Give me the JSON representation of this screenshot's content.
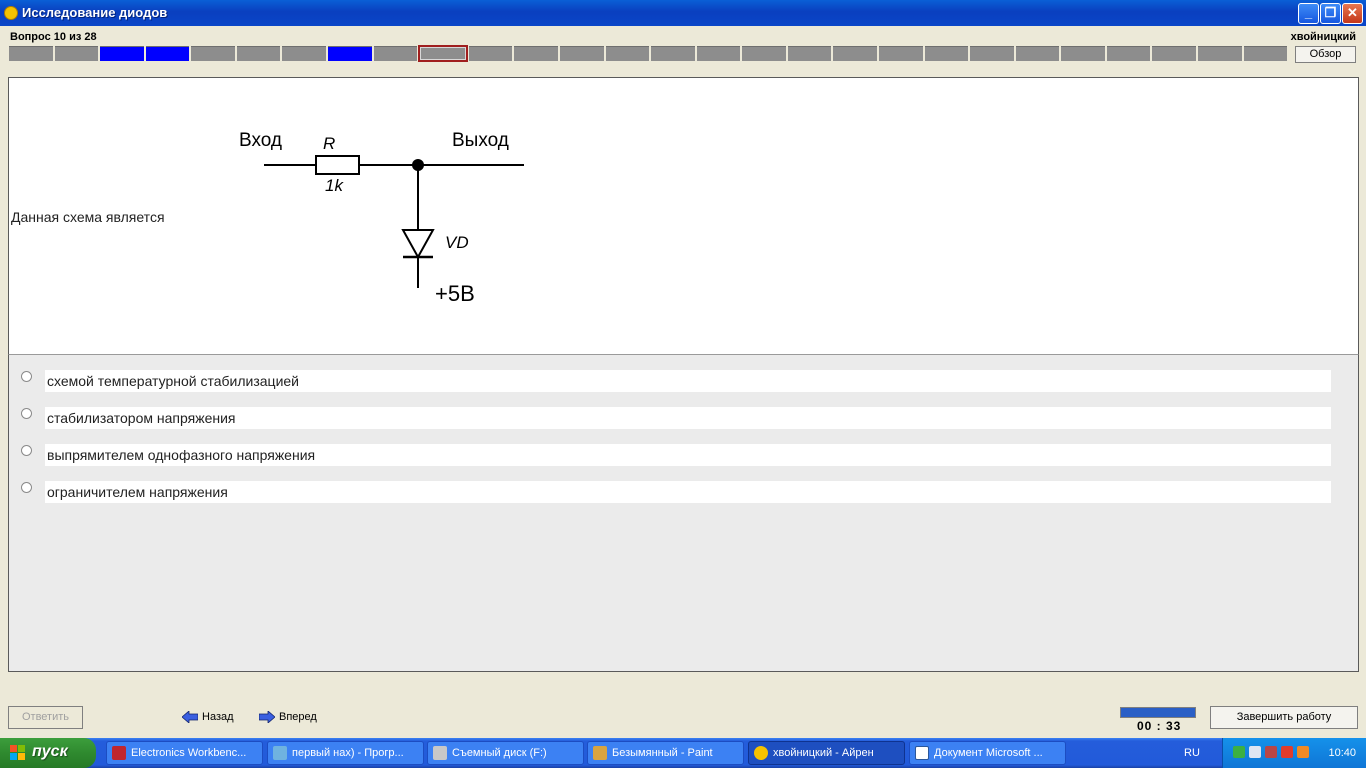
{
  "window": {
    "title": "Исследование диодов"
  },
  "header": {
    "counter": "Вопрос 10 из 28",
    "user": "хвойницкий",
    "overview_label": "Обзор",
    "progress": {
      "total": 28,
      "current": 10,
      "answered": [
        3,
        4,
        8
      ]
    }
  },
  "question": {
    "text": "Данная схема является",
    "circuit": {
      "input_label": "Вход",
      "output_label": "Выход",
      "resistor_label": "R",
      "resistor_value": "1k",
      "diode_label": "VD",
      "supply_label": "+5В"
    }
  },
  "answers": [
    {
      "label": "схемой температурной стабилизацией",
      "selected": false
    },
    {
      "label": "стабилизатором напряжения",
      "selected": false
    },
    {
      "label": "выпрямителем однофазного напряжения",
      "selected": false
    },
    {
      "label": "ограничителем напряжения",
      "selected": false
    }
  ],
  "footer": {
    "answer_button": "Ответить",
    "back_label": "Назад",
    "forward_label": "Вперед",
    "timer": "00 : 33",
    "timer_fraction": 1.0,
    "finish_button": "Завершить работу"
  },
  "taskbar": {
    "start_label": "пуск",
    "tasks": [
      {
        "label": "Electronics Workbenc...",
        "icon": "workbench-icon"
      },
      {
        "label": "первый нах) - Прогр...",
        "icon": "image-viewer-icon"
      },
      {
        "label": "Съемный диск (F:)",
        "icon": "drive-icon"
      },
      {
        "label": "Безымянный - Paint",
        "icon": "paint-icon"
      },
      {
        "label": "хвойницкий - Айрен",
        "icon": "app-icon",
        "active": true
      },
      {
        "label": "Документ Microsoft ...",
        "icon": "word-icon"
      }
    ],
    "language": "RU",
    "clock": "10:40"
  },
  "colors": {
    "answered": "#0000ff",
    "unanswered": "#8d8d8d",
    "current_border": "#a01e1e"
  }
}
